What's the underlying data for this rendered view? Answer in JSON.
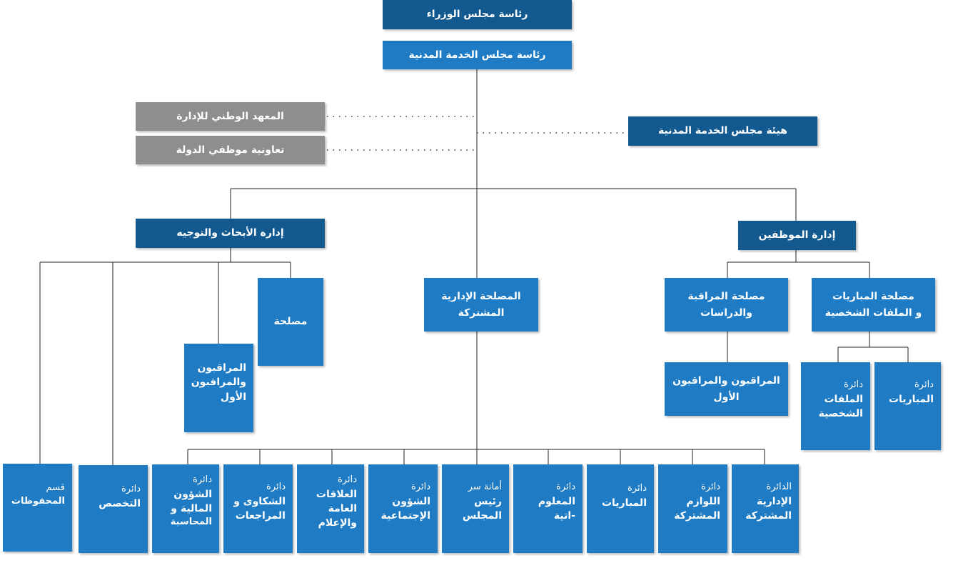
{
  "top": {
    "presidency_cabinet": "رئاسة مجلس الوزراء",
    "presidency_civil_service": "رئاسة مجلس الخدمة المدنية"
  },
  "affiliates": {
    "national_institute": "المعهد الوطني للإدارة",
    "employees_cooperative": "تعاونية موظفي الدولة",
    "civil_service_board": "هيئة مجلس الخدمة المدنية"
  },
  "departments": {
    "research_guidance": "إدارة الأبحاث والتوجيه",
    "staff_administration": "إدارة الموظفين"
  },
  "directorates": {
    "directorate": "مصلحة",
    "inspectors": [
      "المراقبون",
      "والمراقبون",
      "الأول"
    ],
    "common_admin": [
      "المصلحة الإدارية",
      "المشتركة"
    ],
    "monitoring_studies": [
      "مصلحة المراقبة",
      "والدراسات"
    ],
    "inspectors_right": [
      "المراقبون والمراقبون",
      "الأول"
    ],
    "competitions_files": [
      "مصلحة المباريات",
      "و الملفات الشخصية"
    ]
  },
  "sub_units": {
    "personal_files": {
      "prefix": "دائرة",
      "lines": [
        "الملفات",
        "الشخصية"
      ]
    },
    "competitions": {
      "prefix": "دائرة",
      "lines": [
        "المباريات"
      ]
    }
  },
  "bottom_units": [
    {
      "prefix": "قسم",
      "lines": [
        "المحفوظات"
      ]
    },
    {
      "prefix": "دائرة",
      "lines": [
        "التخصص"
      ]
    },
    {
      "prefix": "دائرة",
      "lines": [
        "الشؤون",
        "المالية و",
        "المحاسبة"
      ]
    },
    {
      "prefix": "دائرة",
      "lines": [
        "الشكاوى و",
        "المراجعات"
      ]
    },
    {
      "prefix": "دائرة",
      "lines": [
        "العلاقات",
        "العامة",
        "والإعلام"
      ]
    },
    {
      "prefix": "دائرة",
      "lines": [
        "الشؤون",
        "الإجتماعية"
      ]
    },
    {
      "prefix": "أمانة سر",
      "lines": [
        "رئيس",
        "المجلس"
      ]
    },
    {
      "prefix": "دائرة",
      "lines": [
        "المعلوم",
        "-اتية"
      ]
    },
    {
      "prefix": "دائرة",
      "lines": [
        "المباريات"
      ]
    },
    {
      "prefix": "دائرة",
      "lines": [
        "اللوازم",
        "المشتركة"
      ]
    },
    {
      "prefix": "الدائرة",
      "lines": [
        "الإدارية",
        "المشتركة"
      ]
    }
  ],
  "colors": {
    "dark_blue": "#11598f",
    "mid_blue": "#1f7cc4",
    "grey": "#8c8e90",
    "line": "#222222"
  }
}
